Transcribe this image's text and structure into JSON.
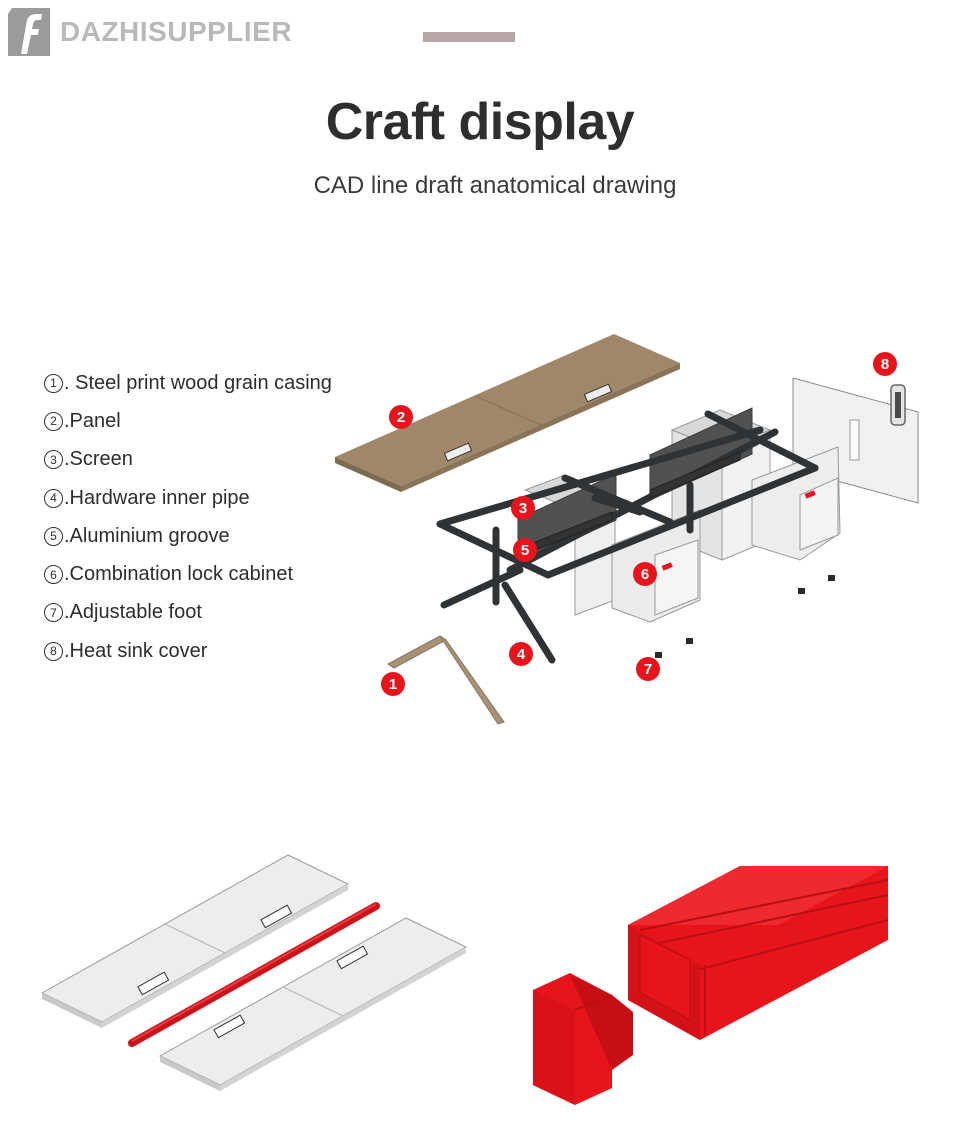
{
  "brand": {
    "name": "DAZHISUPPLIER",
    "logo_letter": "f"
  },
  "header": {
    "title": "Craft display",
    "subtitle": "CAD line draft anatomical drawing"
  },
  "legend": [
    {
      "num": "1",
      "text": ". Steel print wood grain casing"
    },
    {
      "num": "2",
      "text": ".Panel"
    },
    {
      "num": "3",
      "text": ".Screen"
    },
    {
      "num": "4",
      "text": ".Hardware inner pipe"
    },
    {
      "num": "5",
      "text": ".Aluminium groove"
    },
    {
      "num": "6",
      "text": ".Combination lock cabinet"
    },
    {
      "num": "7",
      "text": ".Adjustable foot"
    },
    {
      "num": "8",
      "text": ".Heat sink cover"
    }
  ],
  "badges": [
    "1",
    "2",
    "3",
    "4",
    "5",
    "6",
    "7",
    "8"
  ],
  "colors": {
    "accent_red": "#e8141b",
    "wood": "#a08769",
    "screen": "#4f4f4f",
    "frame": "#2f3336",
    "cabinet": "#e8e8e8"
  }
}
